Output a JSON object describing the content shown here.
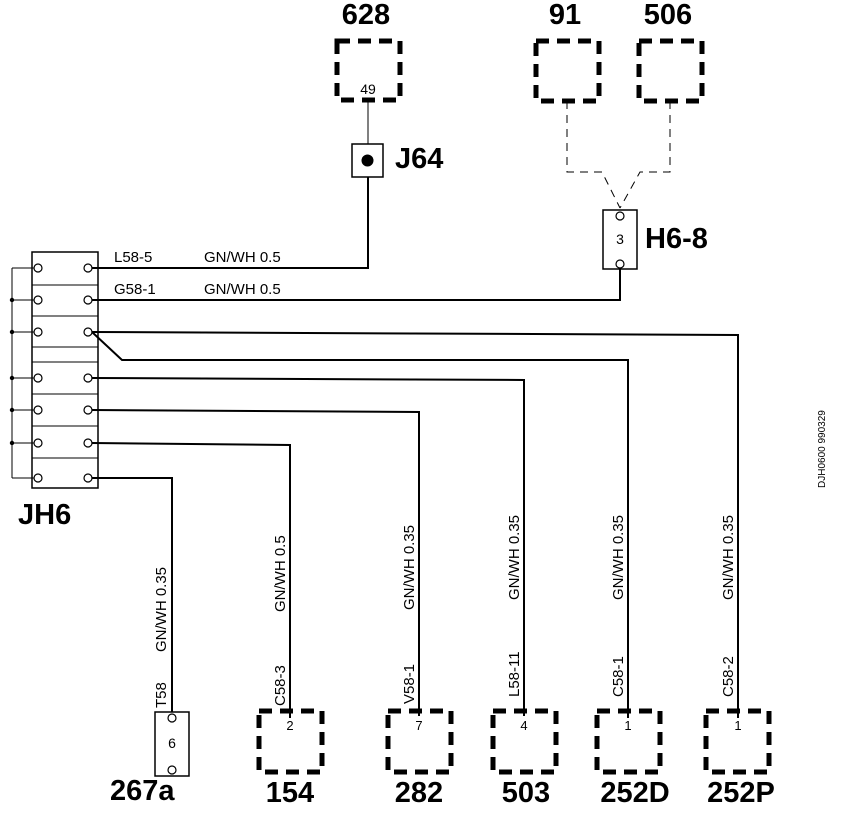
{
  "components": {
    "c628": {
      "number": "628",
      "pin": "49"
    },
    "c91": {
      "number": "91"
    },
    "c506": {
      "number": "506"
    },
    "c154": {
      "number": "154",
      "pin": "2"
    },
    "c282": {
      "number": "282",
      "pin": "7"
    },
    "c503": {
      "number": "503",
      "pin": "4"
    },
    "c252d": {
      "number": "252D",
      "pin": "1"
    },
    "c252p": {
      "number": "252P",
      "pin": "1"
    }
  },
  "connectors": {
    "j64": {
      "label": "J64"
    },
    "h6_8": {
      "label": "H6-8",
      "pin": "3"
    },
    "jh6": {
      "label": "JH6"
    },
    "c267a": {
      "label": "267a",
      "pin": "6"
    }
  },
  "wires": {
    "l58_5": {
      "id": "L58-5",
      "spec": "GN/WH 0.5"
    },
    "g58_1": {
      "id": "G58-1",
      "spec": "GN/WH 0.5"
    },
    "t58": {
      "id": "T58",
      "spec": "GN/WH 0.35"
    },
    "c58_3": {
      "id": "C58-3",
      "spec": "GN/WH 0.5"
    },
    "v58_1": {
      "id": "V58-1",
      "spec": "GN/WH 0.35"
    },
    "l58_11": {
      "id": "L58-11",
      "spec": "GN/WH 0.35"
    },
    "c58_1": {
      "id": "C58-1",
      "spec": "GN/WH 0.35"
    },
    "c58_2": {
      "id": "C58-2",
      "spec": "GN/WH 0.35"
    }
  },
  "document_id": "DJH0600 990329"
}
